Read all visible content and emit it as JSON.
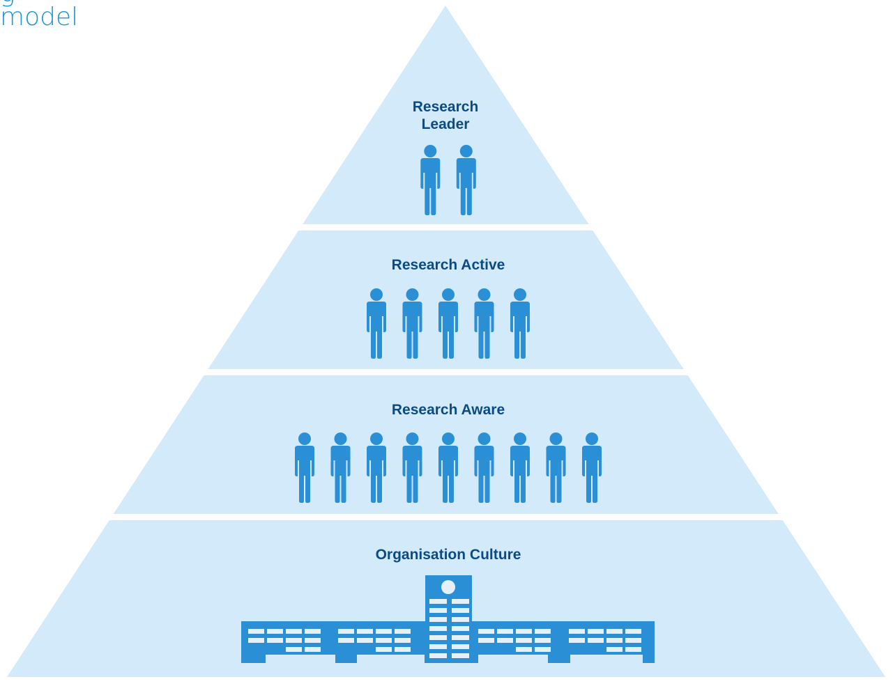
{
  "heading": {
    "line1": "g",
    "line2": "model"
  },
  "colors": {
    "tier_fill": "#d3eafa",
    "icon": "#2a8fd4",
    "label": "#0b4a82",
    "heading": "#1a98d5",
    "window": "#e4f1fb"
  },
  "tiers": [
    {
      "label_lines": [
        "Research",
        "Leader"
      ],
      "icon": "person-icon",
      "count": 2
    },
    {
      "label_lines": [
        "Research Active"
      ],
      "icon": "person-icon",
      "count": 5
    },
    {
      "label_lines": [
        "Research Aware"
      ],
      "icon": "person-icon",
      "count": 9
    },
    {
      "label_lines": [
        "Organisation Culture"
      ],
      "icon": "building-icon",
      "count": 1
    }
  ]
}
